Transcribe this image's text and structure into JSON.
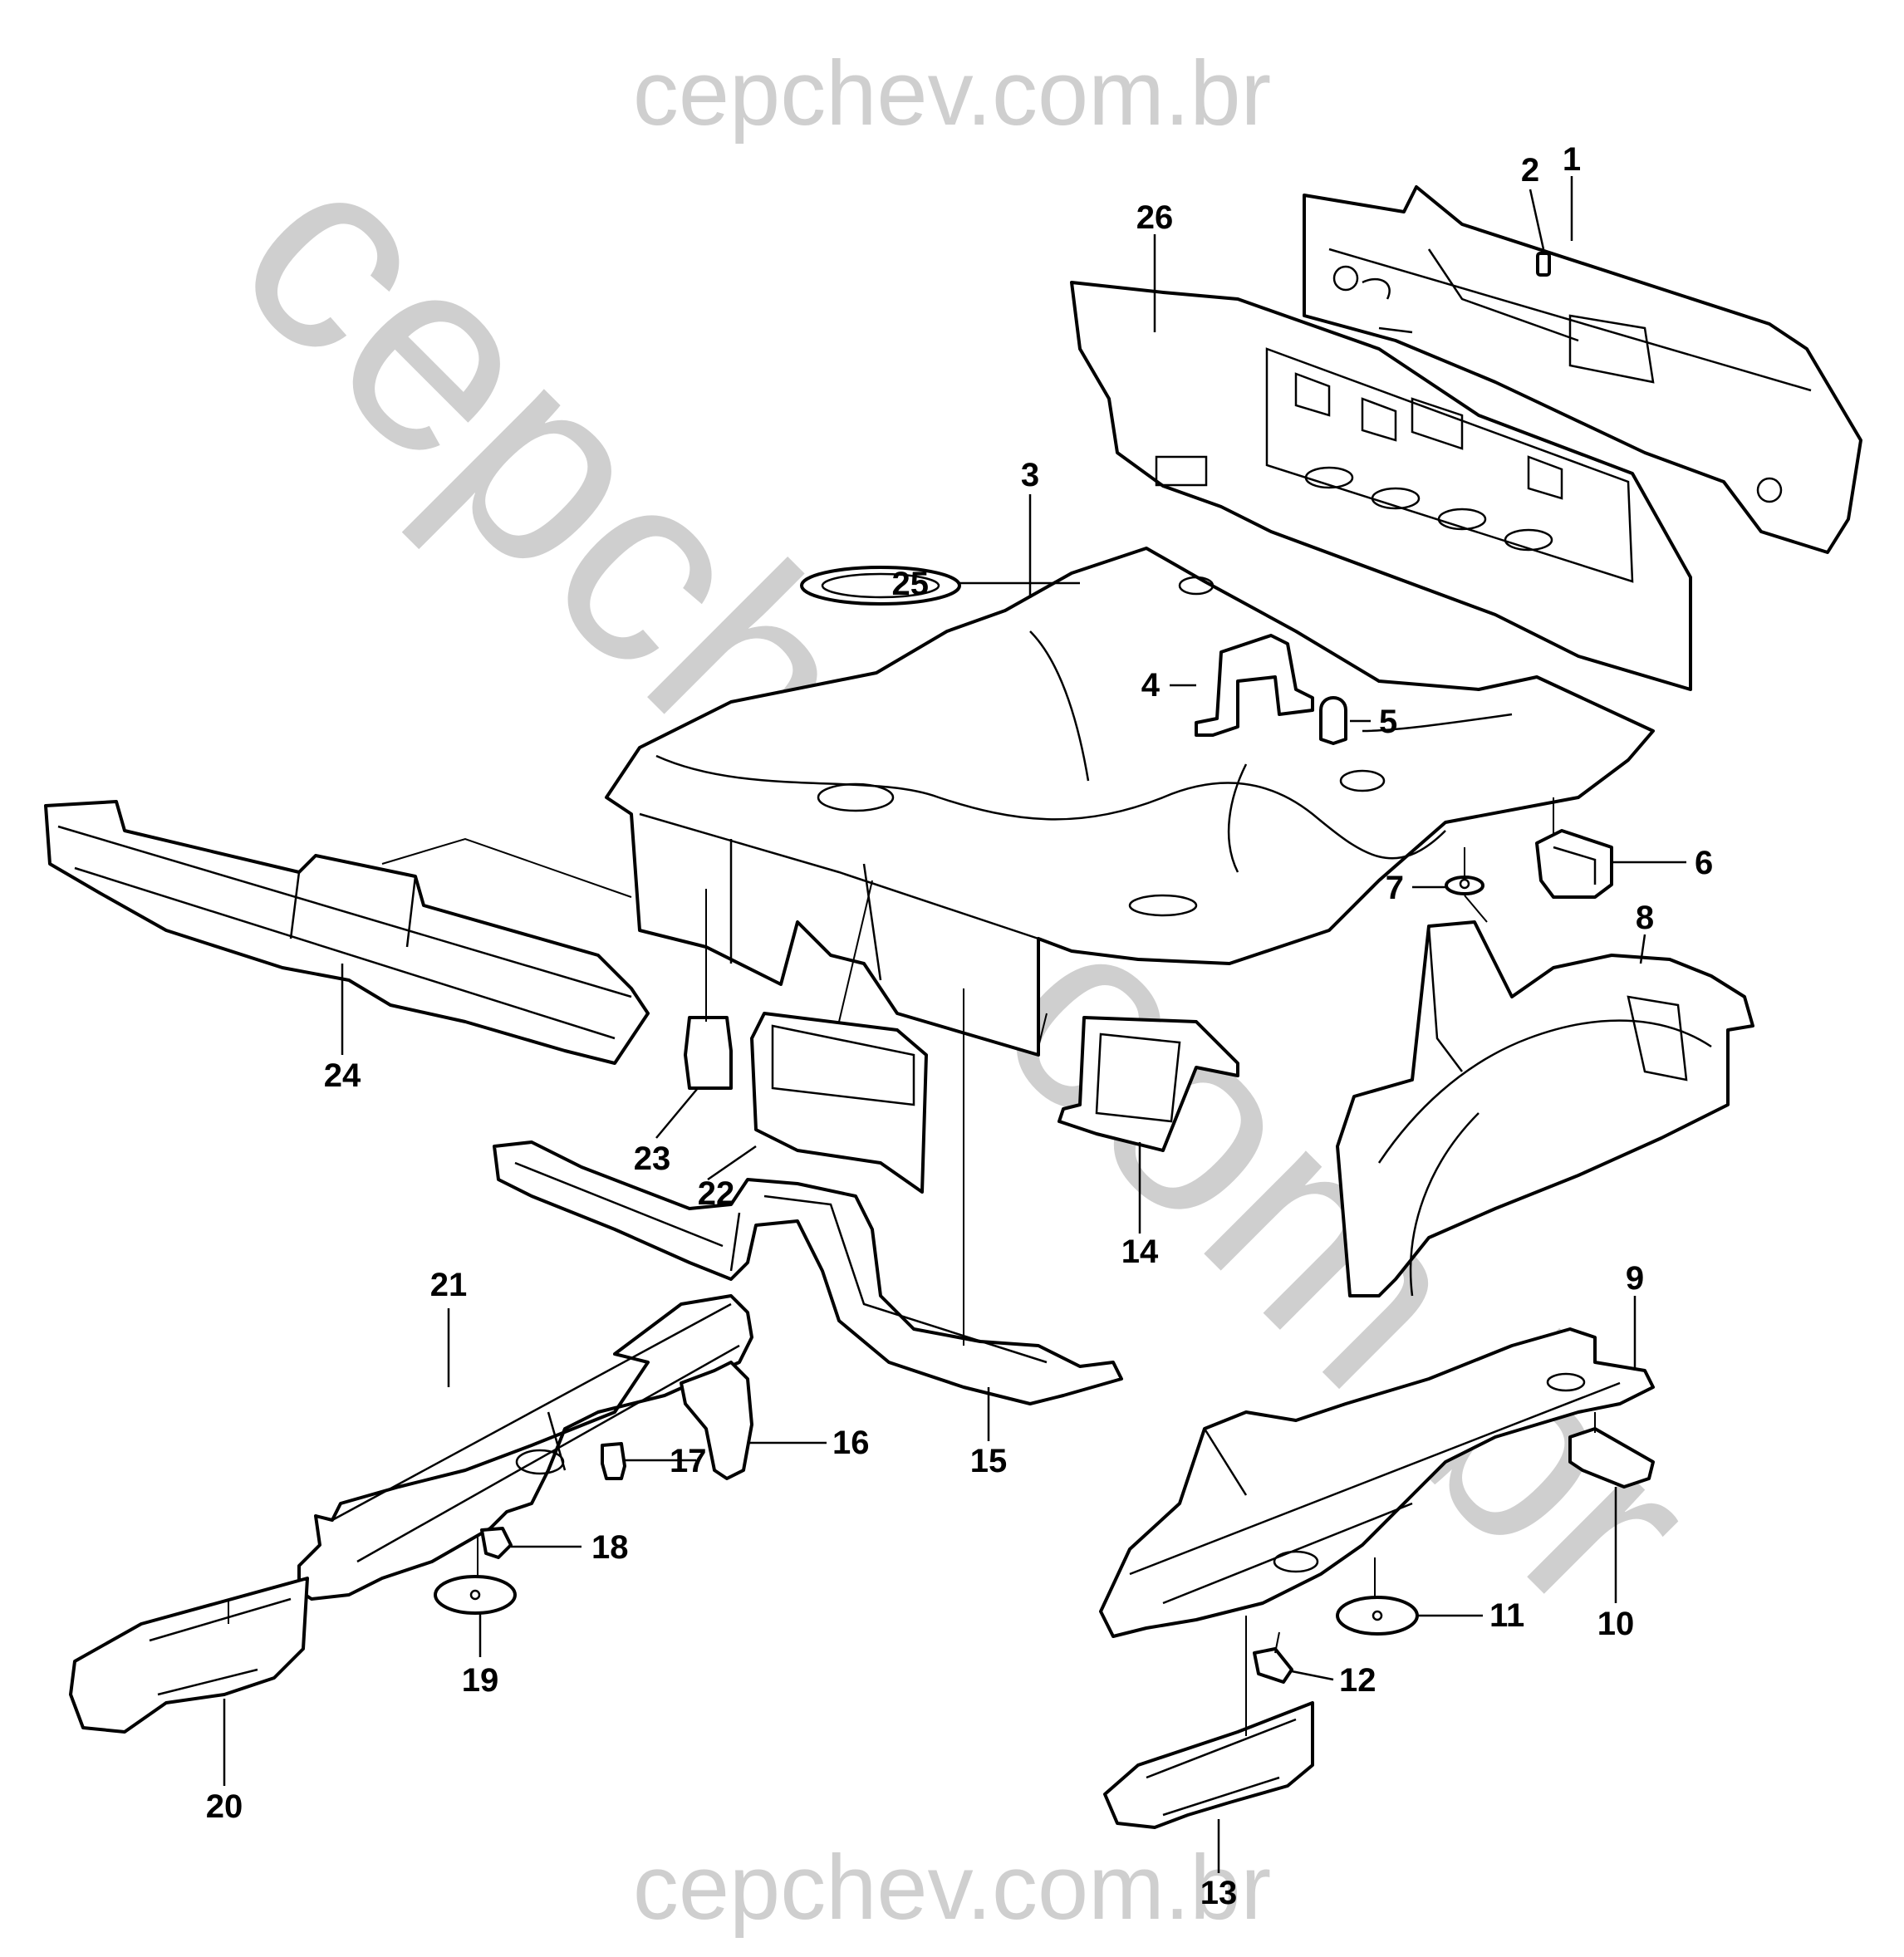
{
  "watermark": {
    "top": "cepchev.com.br",
    "diagonal": "cepchev.com.br",
    "bottom": "cepchev.com.br",
    "color": "#cfcfcf"
  },
  "callouts": {
    "c1": "1",
    "c2": "2",
    "c3": "3",
    "c4": "4",
    "c5": "5",
    "c6": "6",
    "c7": "7",
    "c8": "8",
    "c9": "9",
    "c10": "10",
    "c11": "11",
    "c12": "12",
    "c13": "13",
    "c14": "14",
    "c15": "15",
    "c16": "16",
    "c17": "17",
    "c18": "18",
    "c19": "19",
    "c20": "20",
    "c21": "21",
    "c22": "22",
    "c23": "23",
    "c24": "24",
    "c25": "25",
    "c26": "26"
  }
}
